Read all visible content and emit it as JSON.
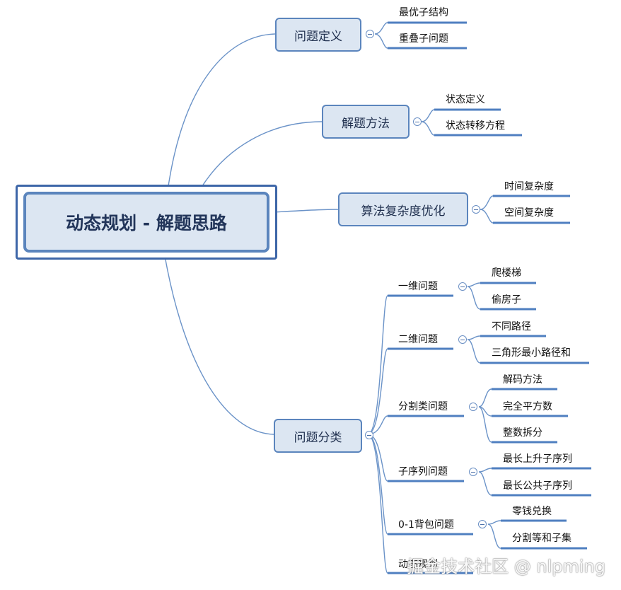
{
  "root": {
    "label": "动态规划 - 解题思路"
  },
  "branches": [
    {
      "label": "问题定义",
      "children": [
        "最优子结构",
        "重叠子问题"
      ]
    },
    {
      "label": "解题方法",
      "children": [
        "状态定义",
        "状态转移方程"
      ]
    },
    {
      "label": "算法复杂度优化",
      "children": [
        "时间复杂度",
        "空间复杂度"
      ]
    },
    {
      "label": "问题分类",
      "groups": [
        {
          "label": "一维问题",
          "children": [
            "爬楼梯",
            "偷房子"
          ]
        },
        {
          "label": "二维问题",
          "children": [
            "不同路径",
            "三角形最小路径和"
          ]
        },
        {
          "label": "分割类问题",
          "children": [
            "解码方法",
            "完全平方数",
            "整数拆分"
          ]
        },
        {
          "label": "子序列问题",
          "children": [
            "最长上升子序列",
            "最长公共子序列"
          ]
        },
        {
          "label": "0-1背包问题",
          "children": [
            "零钱兑换",
            "分割等和子集"
          ]
        },
        {
          "label": "动态规划",
          "children": []
        }
      ]
    }
  ],
  "watermark": "掘金技术社区 @ nlpming",
  "colors": {
    "line": "#4a78b5",
    "underline": "#4f7fc0",
    "node_fill": "#dce6f2",
    "node_border": "#5b85bd"
  }
}
